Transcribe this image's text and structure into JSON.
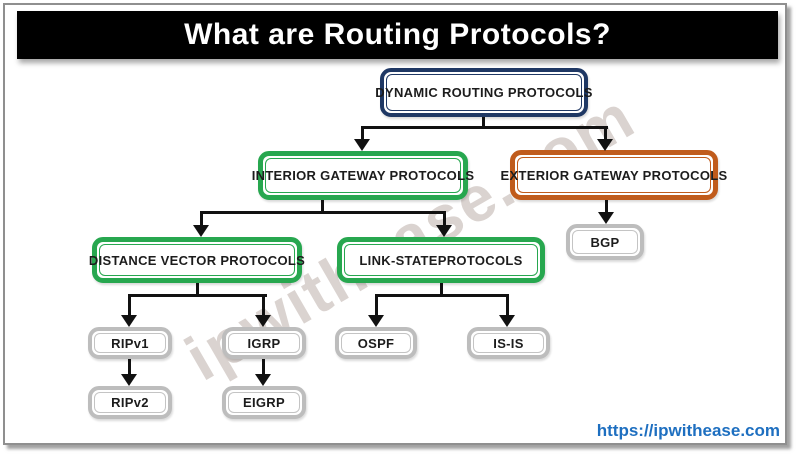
{
  "title_bar": {
    "text": "What are Routing Protocols?"
  },
  "watermark": {
    "text": "ipwithease.com"
  },
  "footer": {
    "link": "https://ipwithease.com"
  },
  "colors": {
    "navy": "#1F3864",
    "green": "#27A74F",
    "orange": "#C05B1B",
    "gray": "#BDBDBD",
    "connector": "#111111",
    "url_blue": "#1E6FC0",
    "title_bg": "#000000",
    "title_text": "#FFFFFF"
  },
  "nodes": {
    "dynamic_routing": {
      "label": "DYNAMIC ROUTING PROTOCOLS",
      "style": "navy"
    },
    "interior_gateway": {
      "label": "INTERIOR GATEWAY PROTOCOLS",
      "style": "green"
    },
    "exterior_gateway": {
      "label": "EXTERIOR GATEWAY PROTOCOLS",
      "style": "orange"
    },
    "distance_vector": {
      "label": "DISTANCE VECTOR PROTOCOLS",
      "style": "green"
    },
    "link_state": {
      "label": "LINK-STATEPROTOCOLS",
      "style": "green"
    },
    "bgp": {
      "label": "BGP",
      "style": "gray"
    },
    "ripv1": {
      "label": "RIPv1",
      "style": "gray"
    },
    "igrp": {
      "label": "IGRP",
      "style": "gray"
    },
    "ospf": {
      "label": "OSPF",
      "style": "gray"
    },
    "isis": {
      "label": "IS-IS",
      "style": "gray"
    },
    "ripv2": {
      "label": "RIPv2",
      "style": "gray"
    },
    "eigrp": {
      "label": "EIGRP",
      "style": "gray"
    }
  },
  "edges": [
    {
      "from": "DYNAMIC ROUTING PROTOCOLS",
      "to": "INTERIOR GATEWAY PROTOCOLS"
    },
    {
      "from": "DYNAMIC ROUTING PROTOCOLS",
      "to": "EXTERIOR GATEWAY PROTOCOLS"
    },
    {
      "from": "INTERIOR GATEWAY PROTOCOLS",
      "to": "DISTANCE VECTOR PROTOCOLS"
    },
    {
      "from": "INTERIOR GATEWAY PROTOCOLS",
      "to": "LINK-STATEPROTOCOLS"
    },
    {
      "from": "EXTERIOR GATEWAY PROTOCOLS",
      "to": "BGP"
    },
    {
      "from": "DISTANCE VECTOR PROTOCOLS",
      "to": "RIPv1"
    },
    {
      "from": "DISTANCE VECTOR PROTOCOLS",
      "to": "IGRP"
    },
    {
      "from": "LINK-STATEPROTOCOLS",
      "to": "OSPF"
    },
    {
      "from": "LINK-STATEPROTOCOLS",
      "to": "IS-IS"
    },
    {
      "from": "RIPv1",
      "to": "RIPv2"
    },
    {
      "from": "IGRP",
      "to": "EIGRP"
    }
  ]
}
